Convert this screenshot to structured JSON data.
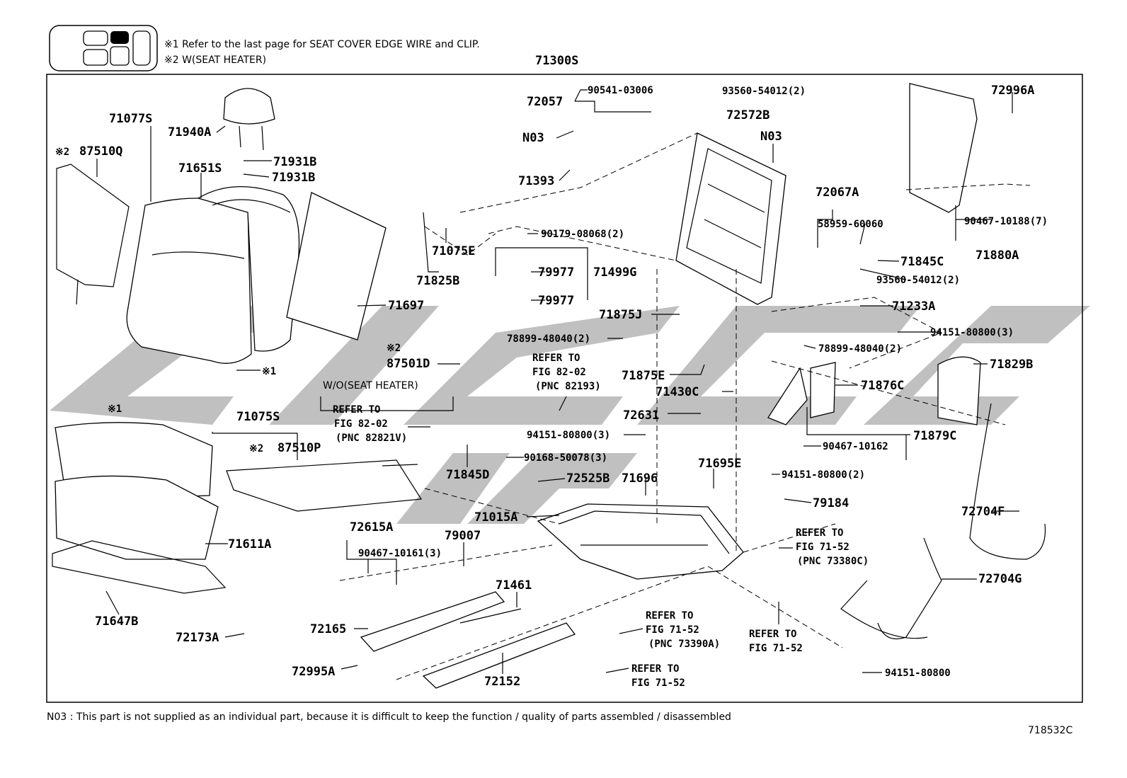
{
  "notes": {
    "n1": "※1  Refer to the last page for SEAT COVER EDGE WIRE and CLIP.",
    "n2": "※2  W(SEAT HEATER)"
  },
  "top_part": "71300S",
  "footer_note": "N03 : This part is not supplied as an individual part, because it is difficult to keep the function / quality of parts assembled / disassembled",
  "figure_id": "718532C",
  "labels": {
    "p71077S": "71077S",
    "p71940A": "71940A",
    "p87510Q": "87510Q",
    "mk2a": "※2",
    "p71931B_1": "71931B",
    "p71651S": "71651S",
    "p71931B_2": "71931B",
    "p71697": "71697",
    "mk1a": "※1",
    "p72057": "72057",
    "p90541": "90541-03006",
    "p93560a": "93560-54012(2)",
    "p72572B": "72572B",
    "pN03a": "N03",
    "pN03b": "N03",
    "p71393": "71393",
    "p72996A": "72996A",
    "p72067A": "72067A",
    "p58959": "58959-60060",
    "p71845C": "71845C",
    "p93560b": "93560-54012(2)",
    "p90467a": "90467-10188(7)",
    "p71880A": "71880A",
    "p90179": "90179-08068(2)",
    "p71075E": "71075E",
    "p71825B": "71825B",
    "p79977a": "79977",
    "p71499G": "71499G",
    "p79977b": "79977",
    "p71875J": "71875J",
    "p71233A": "71233A",
    "p78899a": "78899-48040(2)",
    "p94151a": "94151-80800(3)",
    "p78899b": "78899-48040(2)",
    "mk2b": "※2",
    "p87501D": "87501D",
    "refer1": "REFER TO",
    "fig1": "FIG 82-02",
    "pnc1": "(PNC 82193)",
    "p71875E": "71875E",
    "p71876C": "71876C",
    "p71829B": "71829B",
    "p71430C": "71430C",
    "wo_heater": "W/O(SEAT HEATER)",
    "refer2": "REFER TO",
    "fig2": "FIG 82-02",
    "pnc2": "(PNC 82821V)",
    "mk1b": "※1",
    "p71075S": "71075S",
    "mk2c": "※2",
    "p87510P": "87510P",
    "p72631": "72631",
    "p94151b": "94151-80800(3)",
    "p71879C": "71879C",
    "p90467b": "90467-10162",
    "p90168": "90168-50078(3)",
    "p71845D": "71845D",
    "p72525B": "72525B",
    "p71696": "71696",
    "p71695E": "71695E",
    "p94151c": "94151-80800(2)",
    "p79184": "79184",
    "p72704F": "72704F",
    "p71611A": "71611A",
    "p71015A": "71015A",
    "p72615A": "72615A",
    "p79007": "79007",
    "p90467c": "90467-10161(3)",
    "refer3": "REFER TO",
    "fig3": "FIG 71-52",
    "pnc3": "(PNC 73380C)",
    "p72704G": "72704G",
    "p71461": "71461",
    "p71647B": "71647B",
    "p72165": "72165",
    "p72173A": "72173A",
    "refer4": "REFER TO",
    "fig4": "FIG 71-52",
    "pnc4": "(PNC 73390A)",
    "refer5": "REFER TO",
    "fig5": "FIG 71-52",
    "p72995A": "72995A",
    "p72152": "72152",
    "refer6": "REFER TO",
    "fig6": "FIG 71-52",
    "p94151d": "94151-80800"
  }
}
